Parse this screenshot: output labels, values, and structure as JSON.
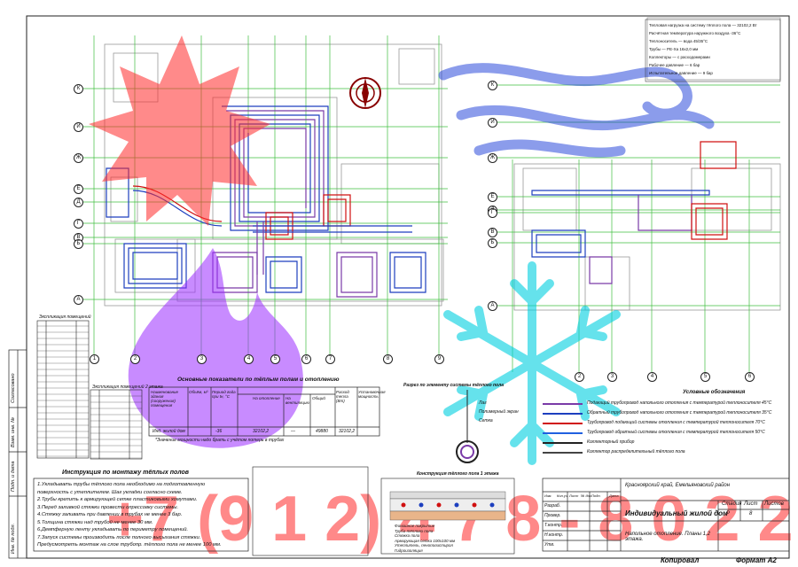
{
  "axes_left_rows": [
    "К",
    "И",
    "Ж",
    "Е",
    "Д",
    "Г",
    "В",
    "Б",
    "А"
  ],
  "axes_left_cols": [
    "1",
    "2",
    "3",
    "4",
    "5",
    "6",
    "7",
    "8",
    "9"
  ],
  "axes_right_rows": [
    "К",
    "И",
    "Ж",
    "Е",
    "Д",
    "Г",
    "В",
    "Б",
    "А"
  ],
  "axes_right_cols": [
    "2",
    "3",
    "4",
    "5",
    "6"
  ],
  "tables": {
    "heating_title": "Основные показатели по тёплым полам и отоплению",
    "heating_headers": [
      "Наименование здания (сооружения) помещения",
      "Объём, м³",
      "Период года при tн, °С",
      "На отопление",
      "На вентиляцию",
      "Общий",
      "Расход тепла (Вт)",
      "Установочная мощность"
    ],
    "heating_row": [
      "Инд. жилой дом",
      "",
      "-36",
      "32102,2",
      "—",
      "49880",
      "32102,2",
      ""
    ],
    "heating_note": "*Значение мощности надо брать с учётом потерь в трубах",
    "small_table_title": "Экспликация помещений",
    "small_table_title2": "Экспликация помещений 2 этажа"
  },
  "section": {
    "title": "Разрез по элементу системы тёплого пола",
    "labels": [
      "Лаг",
      "Полимерный экран",
      "Сетка"
    ]
  },
  "floor_section": {
    "title": "Конструкция тёплого пола 1 этажа",
    "items": [
      "Финишное покрытие",
      "Труба тёплого пола",
      "Стяжка пола",
      "Армирующая сетка 100х100 мм",
      "Утеплитель, пенополистирол",
      "Гидроизоляция"
    ]
  },
  "legend": {
    "title": "Условные обозначения",
    "items": [
      {
        "text": "Подающий трубопровод напольного отопления с температурой теплоносителя 45°С",
        "color": "#7a3ba8"
      },
      {
        "text": "Обратный трубопровод напольного отопления с температурой теплоносителя 35°С",
        "color": "#1d3fbf"
      },
      {
        "text": "Трубопровод подающий системы отопления с температурой теплоносителя 70°С",
        "color": "#d01010"
      },
      {
        "text": "Трубопровод обратный системы отопления с температурой теплоносителя 50°С",
        "color": "#2060e0"
      },
      {
        "text": "Коллекторный прибор",
        "color": "#222222"
      },
      {
        "text": "Коллектор распределительный тёплого пола",
        "color": "#444444"
      }
    ]
  },
  "notes": {
    "title": "Инструкция по монтажу тёплых полов",
    "lines": [
      "1.Укладывать трубы тёплого пола необходимо на подготовленную",
      "поверхность с утеплителем. Шаг укладки согласно схеме.",
      "2.Трубы крепить к армирующей сетке пластиковыми хомутами.",
      "3.Перед заливкой стяжки провести опрессовку системы.",
      "4.Стяжку заливать при давлении в трубах не менее 3 бар.",
      "5.Толщина стяжки над трубой не менее 30 мм.",
      "6.Демпферную ленту укладывать по периметру помещений.",
      "7.Запуск системы производить после полного высыхания стяжки.",
      "Предусмотреть монтаж на слое трубопр. тёплого пола не менее 100 мм."
    ]
  },
  "stamp": {
    "project": "Индивидуальный жилой дом",
    "sheet_title": "Напольное отопление. Планы 1,2 этажа.",
    "company": "Красноярский край, Емельяновский район",
    "roles": [
      "Изм.",
      "Кол.уч",
      "Лист",
      "№ док.",
      "Подп.",
      "Дата"
    ],
    "people": [
      "Разраб.",
      "Провер.",
      "Т.контр.",
      "Н.контр.",
      "Утв."
    ],
    "stage_label": "Стадия",
    "sheet_label": "Лист",
    "sheets_label": "Листов",
    "stage": "Р",
    "sheet_num": "8",
    "copied": "Копировал",
    "format": "Формат А2"
  },
  "side_stamps": [
    "Согласовано",
    "Взам. инв. №",
    "Подп. и дата",
    "Инв. № подл."
  ],
  "top_right_notes": [
    "Тепловая нагрузка на систему тёплого пола — 32102,2 Вт",
    "Расчётная температура наружного воздуха -36°С",
    "Теплоноситель — вода 45/35°С",
    "Трубы — PE-Xa 16х2,0 мм",
    "Коллекторы — с расходомерами",
    "Рабочее давление — 6 бар",
    "Испытательное давление — 9 бар"
  ],
  "colors": {
    "grid_green": "#3fbf3f",
    "pipe_blue": "#1d3fbf",
    "pipe_purple": "#7a3ba8",
    "pipe_red": "#d01010",
    "watermark_red": "#ff2a2a",
    "watermark_purple": "#9a2bff",
    "watermark_blue": "#1a3bd8",
    "watermark_cyan": "#00d0e0"
  }
}
